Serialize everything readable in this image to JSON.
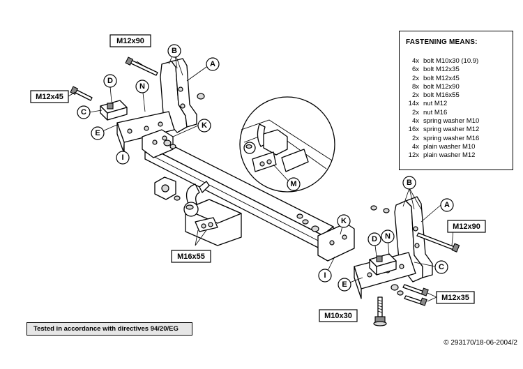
{
  "legend": {
    "title": "FASTENING MEANS:",
    "items": [
      {
        "qty": "4x",
        "desc": "bolt M10x30 (10.9)"
      },
      {
        "qty": "6x",
        "desc": "bolt M12x35"
      },
      {
        "qty": "2x",
        "desc": "bolt M12x45"
      },
      {
        "qty": "8x",
        "desc": "bolt M12x90"
      },
      {
        "qty": "2x",
        "desc": "bolt M16x55"
      },
      {
        "qty": "14x",
        "desc": "nut M12"
      },
      {
        "qty": "2x",
        "desc": "nut M16"
      },
      {
        "qty": "4x",
        "desc": "spring washer M10"
      },
      {
        "qty": "16x",
        "desc": "spring washer M12"
      },
      {
        "qty": "2x",
        "desc": "spring washer M16"
      },
      {
        "qty": "4x",
        "desc": "plain washer M10"
      },
      {
        "qty": "12x",
        "desc": "plain washer M12"
      }
    ]
  },
  "size_labels": {
    "m12x90_left": "M12x90",
    "m12x45": "M12x45",
    "m16x55": "M16x55",
    "m12x90_right": "M12x90",
    "m12x35": "M12x35",
    "m10x30": "M10x30"
  },
  "callouts": {
    "left_b": "B",
    "left_a": "A",
    "left_d": "D",
    "left_n": "N",
    "left_c": "C",
    "left_e": "E",
    "left_k": "K",
    "left_i": "I",
    "detail_m": "M",
    "right_b": "B",
    "right_a": "A",
    "right_k": "K",
    "right_d": "D",
    "right_n": "N",
    "right_c": "C",
    "right_i": "I",
    "right_e": "E"
  },
  "note": "Tested in accordance with directives 94/20/EG",
  "copyright": "© 293170/18-06-2004/2"
}
